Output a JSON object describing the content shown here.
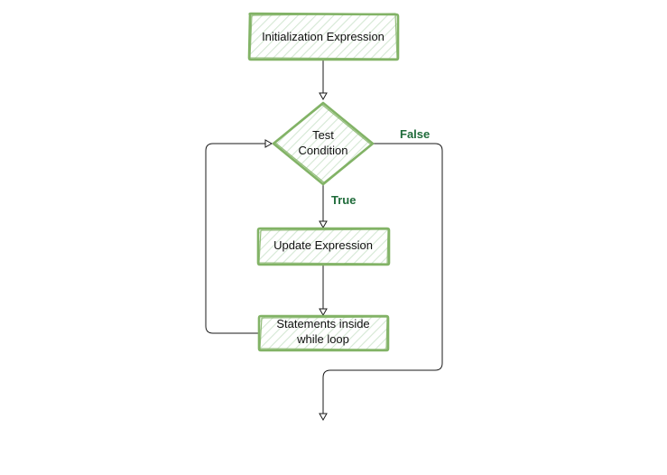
{
  "diagram": {
    "nodes": {
      "init": {
        "label": "Initialization Expression"
      },
      "test": {
        "line1": "Test",
        "line2": "Condition"
      },
      "update": {
        "label": "Update Expression"
      },
      "statements": {
        "line1": "Statements inside",
        "line2": "while loop"
      }
    },
    "edges": {
      "true_label": "True",
      "false_label": "False"
    },
    "colors": {
      "node_stroke": "#82b366",
      "node_hatch": "#d5e8d4",
      "label_green": "#1f6b3a",
      "edge": "#1a1a1a"
    }
  }
}
